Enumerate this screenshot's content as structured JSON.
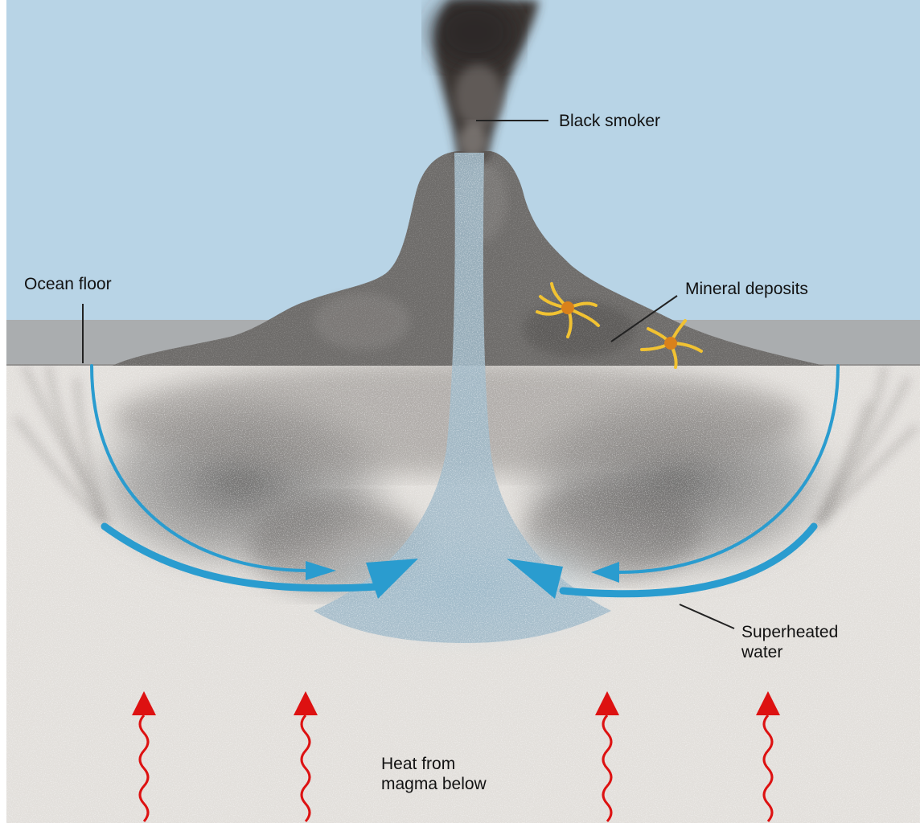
{
  "labels": {
    "black_smoker": "Black smoker",
    "ocean_floor": "Ocean floor",
    "mineral_deposits": "Mineral deposits",
    "superheated_water": [
      "Superheated",
      "water"
    ],
    "heat_from_magma": [
      "Heat from",
      "magma below"
    ]
  },
  "colors": {
    "ocean": "#b8d4e6",
    "floor_band": "#a9a9a9",
    "rock": "#e2dfdb",
    "mound": "#6d6b69",
    "plume": "#3a3533",
    "water_flow": "#2a9ccf",
    "heat_arrow": "#dd1111",
    "organism": "#f1c232",
    "organism_body": "#d9811b"
  },
  "icons": [
    "tube-worm-organism-icon",
    "heat-arrow-icon"
  ]
}
